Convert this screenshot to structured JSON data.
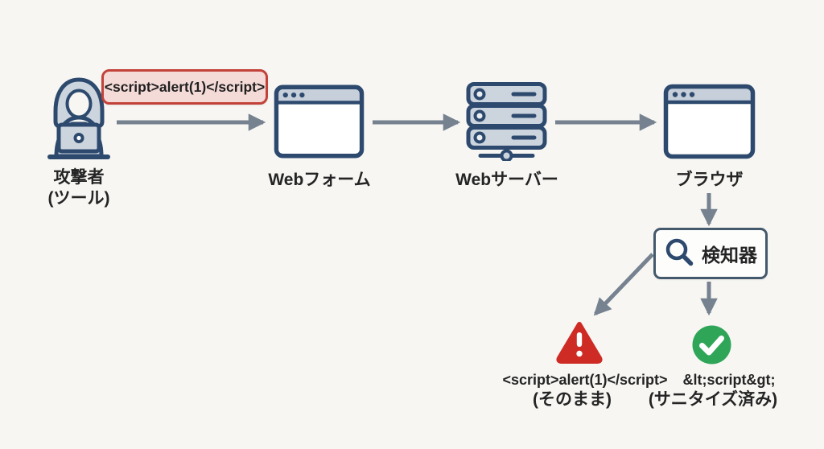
{
  "colors": {
    "background": "#f7f6f3",
    "outline_navy": "#2d4a6e",
    "icon_fill": "#ccd4de",
    "titlebar_fill": "#c6cfda",
    "arrow_gray": "#76828f",
    "badge_bg": "#f5dbd8",
    "badge_border": "#c2423a",
    "danger_red": "#ce2b25",
    "success_green": "#2fa557",
    "text_dark": "#242424",
    "detector_border": "#45596c"
  },
  "flow": {
    "attacker": {
      "label_line1": "攻撃者",
      "label_line2": "(ツール)"
    },
    "payload": {
      "text": "<script>alert(1)</script>"
    },
    "webform": {
      "label": "Webフォーム"
    },
    "webserver": {
      "label": "Webサーバー"
    },
    "browser": {
      "label": "ブラウザ"
    },
    "detector": {
      "label": "検知器"
    }
  },
  "outcomes": {
    "unsafe": {
      "code": "<script>alert(1)</script>",
      "note": "(そのまま)"
    },
    "safe": {
      "code": "&lt;script&gt;",
      "note": "(サニタイズ済み)"
    }
  },
  "icons": {
    "attacker": "hooded-hacker-with-laptop",
    "webform": "browser-window",
    "webserver": "server-stack",
    "browser": "browser-window",
    "detector": "magnifying-glass",
    "unsafe": "warning-triangle",
    "safe": "check-circle"
  }
}
